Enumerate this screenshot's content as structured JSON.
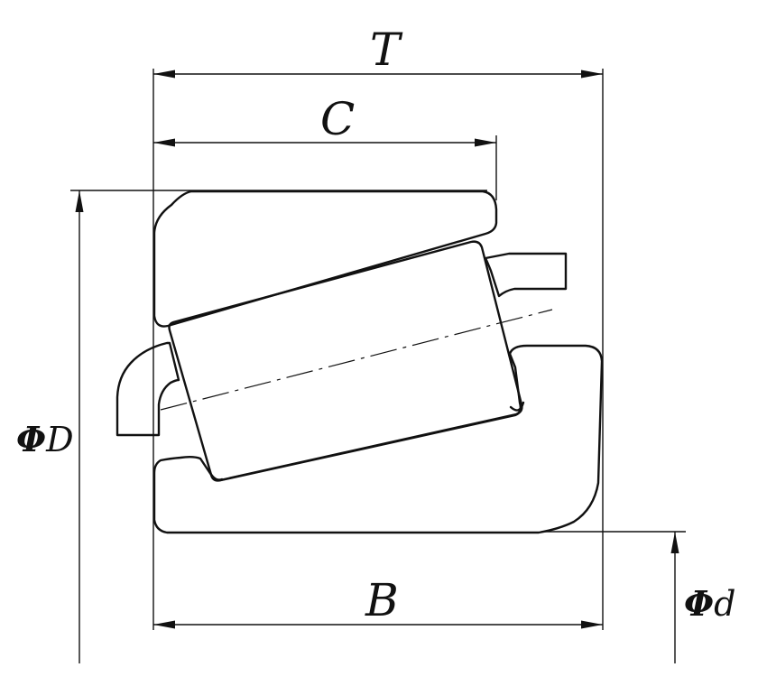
{
  "labels": {
    "T": "T",
    "C": "C",
    "B": "B",
    "D_symbol": "Φ",
    "D_letter": "D",
    "d_symbol": "Φ",
    "d_letter": "d"
  }
}
